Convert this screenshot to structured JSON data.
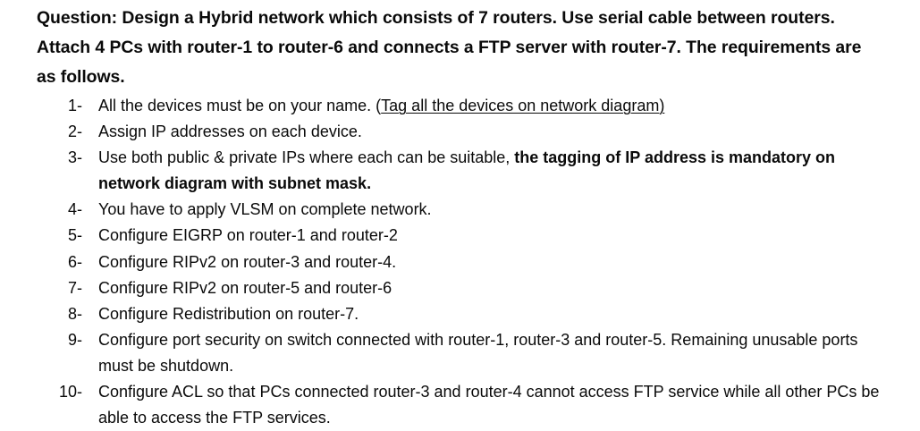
{
  "document": {
    "background_color": "#ffffff",
    "text_color": "#0a0a0a"
  },
  "question": {
    "label": "Question:",
    "full_text": "Question: Design a Hybrid network which consists of 7 routers. Use serial cable between routers. Attach 4 PCs with router-1 to router-6 and connects a FTP server with router-7. The requirements are as follows.",
    "lines": [
      "Question: Design a Hybrid network which consists of 7 routers. Use serial cable between routers.",
      "Attach 4 PCs with router-1 to router-6 and connects a FTP server with router-7. The requirements",
      "are as follows."
    ]
  },
  "requirements": {
    "items": [
      {
        "marker": "1-",
        "segments": [
          {
            "text": "All the devices must be on your name. (",
            "style": "normal"
          },
          {
            "text": "Tag all the devices on network diagram)",
            "style": "underline"
          }
        ],
        "plain_text": "All the devices must be on your name. (Tag all the devices on network diagram)"
      },
      {
        "marker": "2-",
        "segments": [
          {
            "text": "Assign IP addresses on each device.",
            "style": "normal"
          }
        ],
        "plain_text": "Assign IP addresses on each device."
      },
      {
        "marker": "3-",
        "segments": [
          {
            "text": "Use both public & private IPs where each can be suitable, ",
            "style": "normal"
          },
          {
            "text": "the tagging of IP address is mandatory on network diagram with subnet mask.",
            "style": "bold"
          }
        ],
        "plain_text": "Use both public & private IPs where each can be suitable, the tagging of IP address is mandatory on network diagram with subnet mask."
      },
      {
        "marker": "4-",
        "segments": [
          {
            "text": "You have to apply VLSM on complete network.",
            "style": "normal"
          }
        ],
        "plain_text": "You have to apply VLSM on complete network."
      },
      {
        "marker": "5-",
        "segments": [
          {
            "text": "Configure EIGRP on router-1 and router-2",
            "style": "normal"
          }
        ],
        "plain_text": "Configure EIGRP on router-1 and router-2"
      },
      {
        "marker": "6-",
        "segments": [
          {
            "text": "Configure RIPv2 on router-3 and router-4.",
            "style": "normal"
          }
        ],
        "plain_text": "Configure RIPv2 on router-3 and router-4."
      },
      {
        "marker": "7-",
        "segments": [
          {
            "text": "Configure RIPv2 on router-5 and router-6",
            "style": "normal"
          }
        ],
        "plain_text": "Configure RIPv2 on router-5 and router-6"
      },
      {
        "marker": "8-",
        "segments": [
          {
            "text": "Configure Redistribution on router-7.",
            "style": "normal"
          }
        ],
        "plain_text": "Configure Redistribution on router-7."
      },
      {
        "marker": "9-",
        "segments": [
          {
            "text": "Configure port security on switch connected with router-1, router-3 and router-5. Remaining unusable ports must be shutdown.",
            "style": "normal"
          }
        ],
        "plain_text": "Configure port security on switch connected with router-1, router-3 and router-5. Remaining unusable ports must be shutdown."
      },
      {
        "marker": "10-",
        "segments": [
          {
            "text": "Configure ACL so that PCs connected router-3 and router-4 cannot access FTP service while all other PCs be able to access the FTP services.",
            "style": "normal"
          }
        ],
        "plain_text": "Configure ACL so that PCs connected router-3 and router-4 cannot access FTP service while all other PCs be able to access the FTP services."
      }
    ]
  }
}
